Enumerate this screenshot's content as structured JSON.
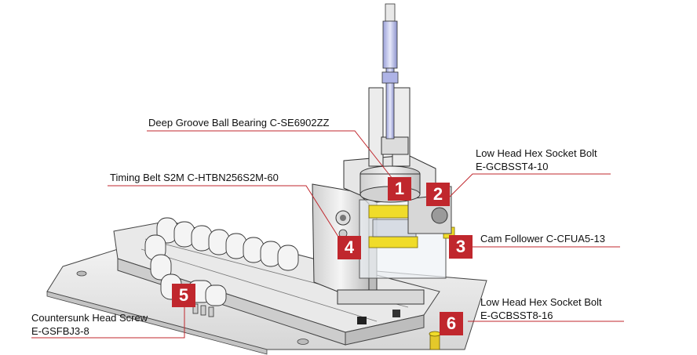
{
  "callouts": [
    {
      "number": "1",
      "lines": [
        "Deep Groove Ball Bearing  C-SE6902ZZ"
      ]
    },
    {
      "number": "2",
      "lines": [
        "Low Head Hex Socket Bolt",
        "E-GCBSST4-10"
      ]
    },
    {
      "number": "3",
      "lines": [
        "Cam Follower  C-CFUA5-13"
      ]
    },
    {
      "number": "4",
      "lines": [
        "Timing Belt S2M  C-HTBN256S2M-60"
      ]
    },
    {
      "number": "5",
      "lines": [
        "Countersunk Head Screw",
        "E-GSFBJ3-8"
      ]
    },
    {
      "number": "6",
      "lines": [
        "Low Head Hex Socket Bolt",
        "E-GCBSST8-16"
      ]
    }
  ],
  "colors": {
    "badge": "#c0272d",
    "leader": "#c0272d",
    "label_text": "#111111"
  }
}
